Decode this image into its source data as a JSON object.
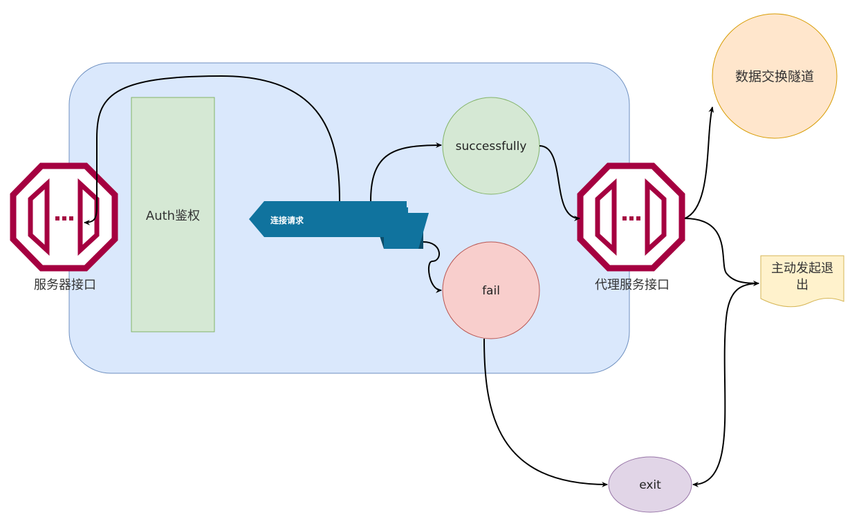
{
  "nodes": {
    "auth": "Auth鉴权",
    "request": "连接请求",
    "success": "successfully",
    "fail": "fail",
    "exit": "exit",
    "server_port": "服务器接口",
    "proxy_port": "代理服务接口",
    "tunnel": "数据交换隧道",
    "exit_note_line1": "主动发起退",
    "exit_note_line2": "出"
  },
  "colors": {
    "container_fill": "#dae8fc",
    "container_stroke": "#6c8ebf",
    "auth_fill": "#d5e8d4",
    "auth_stroke": "#82b366",
    "success_fill": "#d5e8d4",
    "success_stroke": "#82b366",
    "fail_fill": "#f8cecc",
    "fail_stroke": "#b85450",
    "exit_fill": "#e1d5e7",
    "exit_stroke": "#9673a6",
    "tunnel_fill": "#ffe6cc",
    "tunnel_stroke": "#d79b00",
    "note_fill": "#fff2cc",
    "note_stroke": "#d6b656",
    "ribbon": "#10739e",
    "ribbon_dark": "#0b4d6a",
    "port": "#a50040"
  },
  "icons": {
    "server_port": "port-icon",
    "proxy_port": "port-icon"
  }
}
